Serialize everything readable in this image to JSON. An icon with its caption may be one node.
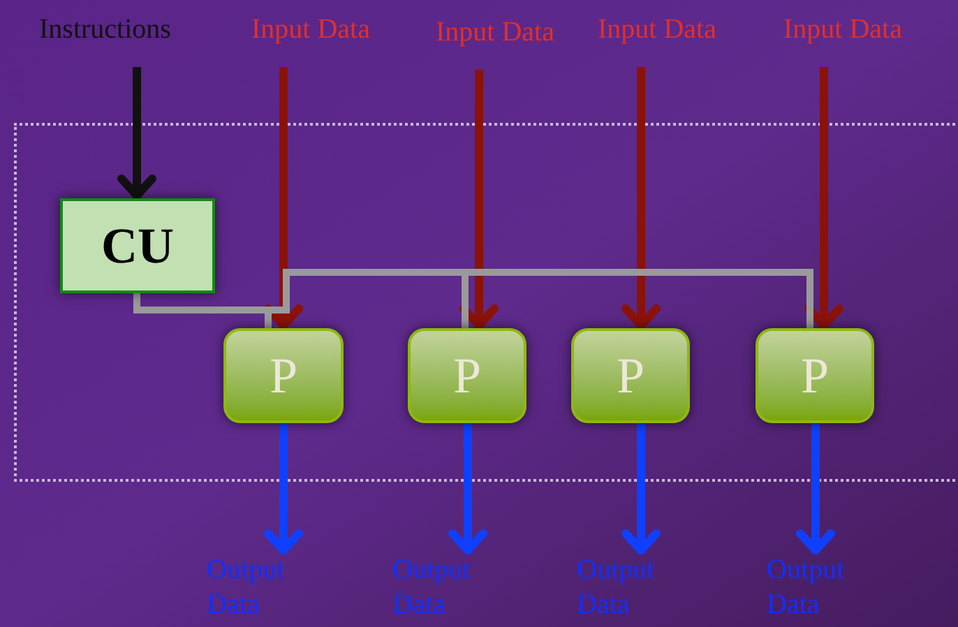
{
  "diagram": {
    "nodes": [
      {
        "text": [
          "Instructions"
        ]
      },
      {
        "text": [
          "Input Data"
        ]
      },
      {
        "text": [
          "Input Data"
        ]
      },
      {
        "text": [
          "Input Data"
        ]
      },
      {
        "text": [
          "Input Data"
        ]
      },
      {
        "text": [
          "CU"
        ]
      },
      {
        "text": [
          "P"
        ]
      },
      {
        "text": [
          "P"
        ]
      },
      {
        "text": [
          "P"
        ]
      },
      {
        "text": [
          "P"
        ]
      },
      {
        "text": [
          "Output Data"
        ]
      },
      {
        "text": [
          "Output Data"
        ]
      },
      {
        "text": [
          "Output Data"
        ]
      },
      {
        "text": [
          "Output Data"
        ]
      }
    ],
    "edges": [
      {
        "from": 0,
        "to": 5,
        "arrow": "to",
        "color": "#111111"
      },
      {
        "from": 1,
        "to": 6,
        "arrow": "to",
        "color": "#8b1208"
      },
      {
        "from": 2,
        "to": 7,
        "arrow": "to",
        "color": "#8b1208"
      },
      {
        "from": 3,
        "to": 8,
        "arrow": "to",
        "color": "#8b1208"
      },
      {
        "from": 4,
        "to": 9,
        "arrow": "to",
        "color": "#8b1208"
      },
      {
        "from": 5,
        "to": 6,
        "arrow": "none",
        "color": "#9a9a9a"
      },
      {
        "from": 5,
        "to": 7,
        "arrow": "none",
        "color": "#9a9a9a"
      },
      {
        "from": 5,
        "to": 9,
        "arrow": "none",
        "color": "#9a9a9a"
      },
      {
        "from": 6,
        "to": 10,
        "arrow": "to",
        "color": "#1040ff"
      },
      {
        "from": 7,
        "to": 11,
        "arrow": "to",
        "color": "#1040ff"
      },
      {
        "from": 8,
        "to": 12,
        "arrow": "to",
        "color": "#1040ff"
      },
      {
        "from": 9,
        "to": 13,
        "arrow": "to",
        "color": "#1040ff"
      }
    ]
  }
}
